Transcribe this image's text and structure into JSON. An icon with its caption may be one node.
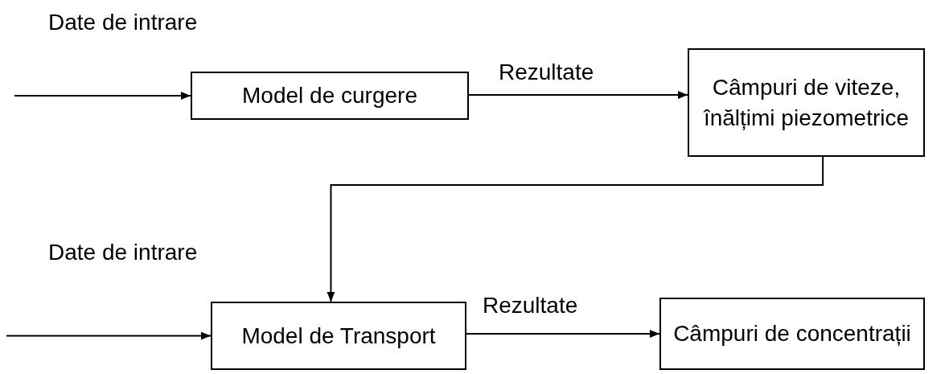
{
  "diagram": {
    "nodes": [
      {
        "text": [
          "Model de curgere"
        ]
      },
      {
        "text": [
          "Câmpuri de viteze, înălțimi piezometrice"
        ]
      },
      {
        "text": [
          "Model de Transport"
        ]
      },
      {
        "text": [
          "Câmpuri de concentrații"
        ]
      }
    ],
    "edges": [
      {
        "from": null,
        "to": 0,
        "arrow": "to",
        "label": "Date de intrare"
      },
      {
        "from": 0,
        "to": 1,
        "arrow": "to",
        "label": "Rezultate"
      },
      {
        "from": 1,
        "to": 2,
        "arrow": "to"
      },
      {
        "from": null,
        "to": 2,
        "arrow": "to",
        "label": "Date de intrare"
      },
      {
        "from": 2,
        "to": 3,
        "arrow": "to",
        "label": "Rezultate"
      }
    ]
  }
}
